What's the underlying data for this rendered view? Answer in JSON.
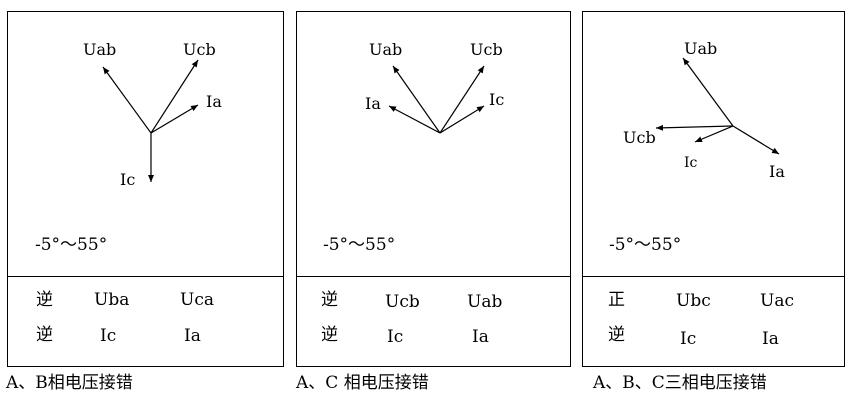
{
  "panels": [
    {
      "vectors": [
        {
          "label": "Uab"
        },
        {
          "label": "Ucb"
        },
        {
          "label": "Ia"
        },
        {
          "label": "Ic"
        }
      ],
      "range": "-5°～55°",
      "rows": [
        {
          "dir": "逆",
          "a": "Uba",
          "b": "Uca"
        },
        {
          "dir": "逆",
          "a": "Ic",
          "b": "Ia"
        }
      ],
      "caption": "A、B相电压接错"
    },
    {
      "vectors": [
        {
          "label": "Uab"
        },
        {
          "label": "Ucb"
        },
        {
          "label": "Ia"
        },
        {
          "label": "Ic"
        }
      ],
      "range": "-5°～55°",
      "rows": [
        {
          "dir": "逆",
          "a": "Ucb",
          "b": "Uab"
        },
        {
          "dir": "逆",
          "a": "Ic",
          "b": "Ia"
        }
      ],
      "caption": "A、C 相电压接错"
    },
    {
      "vectors": [
        {
          "label": "Uab"
        },
        {
          "label": "Ucb"
        },
        {
          "label": "Ic"
        },
        {
          "label": "Ia"
        }
      ],
      "range": "-5°～55°",
      "rows": [
        {
          "dir": "正",
          "a": "Ubc",
          "b": "Uac"
        },
        {
          "dir": "逆",
          "a": "Ic",
          "b": "Ia"
        }
      ],
      "caption": "A、B、C三相电压接错"
    }
  ]
}
